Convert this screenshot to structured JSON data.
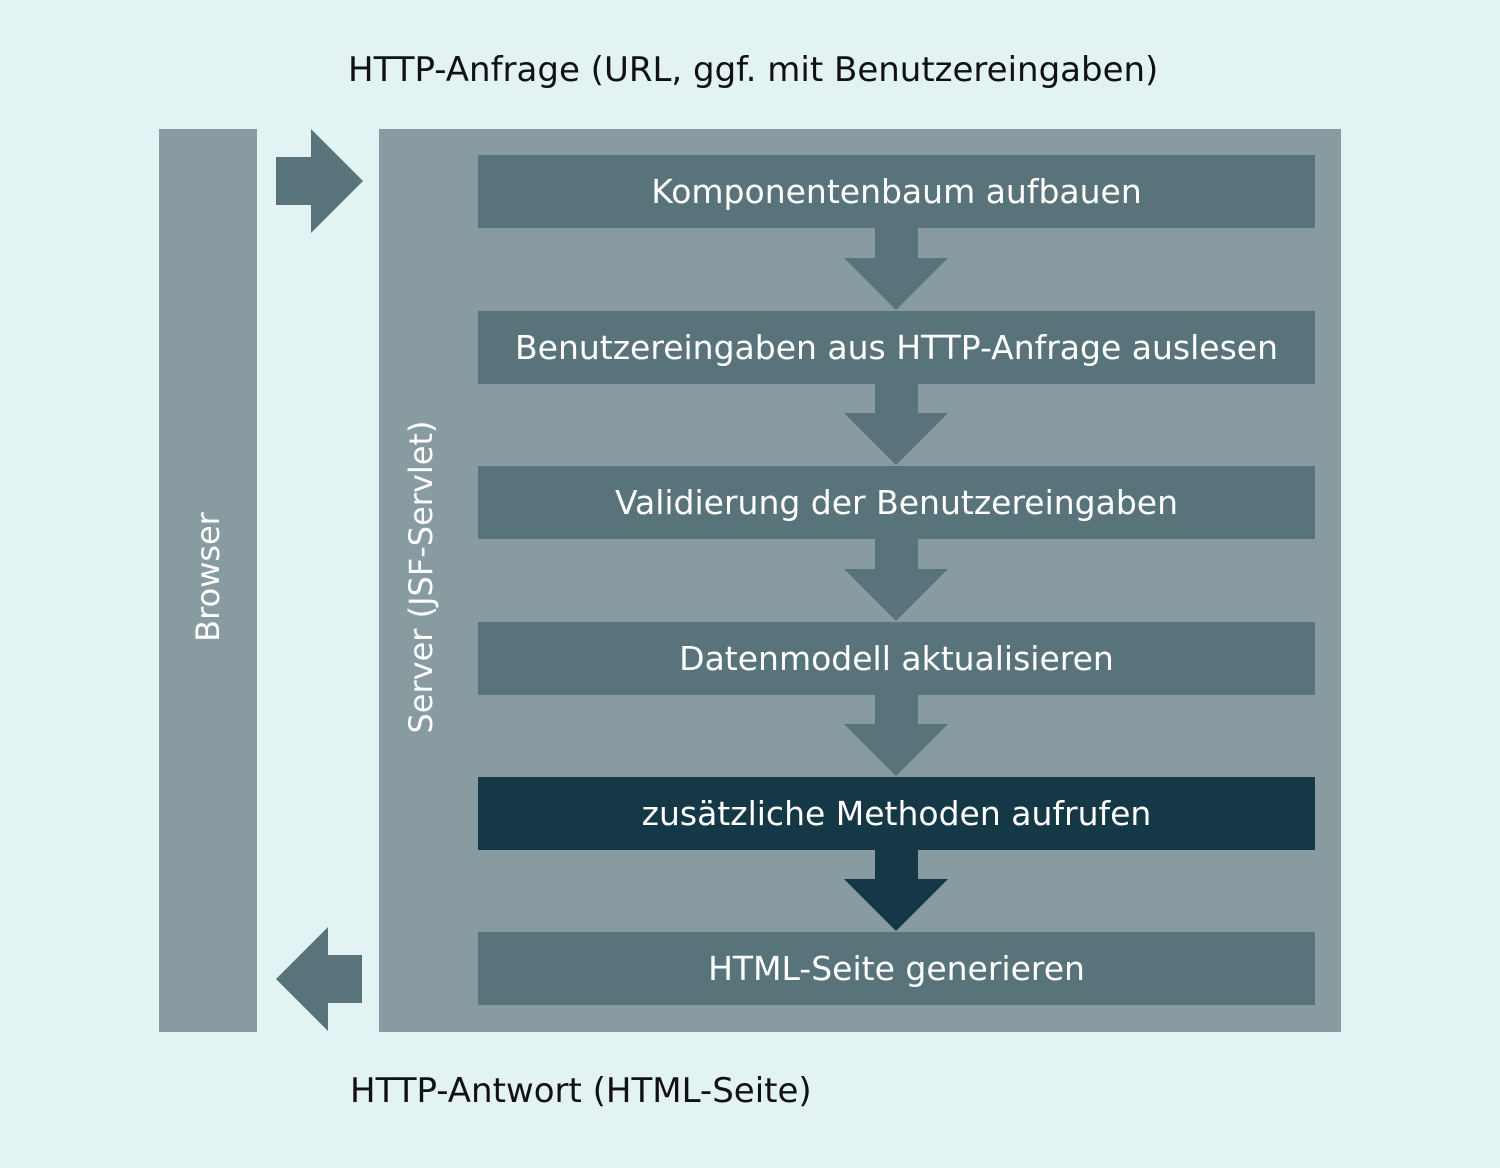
{
  "request_label": "HTTP-Anfrage (URL, ggf. mit Benutzereingaben)",
  "response_label": "HTTP-Antwort (HTML-Seite)",
  "browser_label": "Browser",
  "server_label": "Server (JSF-Servlet)",
  "steps": [
    {
      "label": "Komponentenbaum aufbauen"
    },
    {
      "label": "Benutzereingaben aus HTTP-Anfrage auslesen"
    },
    {
      "label": "Validierung der Benutzereingaben"
    },
    {
      "label": "Datenmodell aktualisieren"
    },
    {
      "label": "zusätzliche Methoden aufrufen",
      "highlight": true
    },
    {
      "label": "HTML-Seite generieren"
    }
  ],
  "colors": {
    "background": "#e3f2f2",
    "panel": "#879ba1",
    "step": "#587379",
    "highlight": "#153847",
    "text_light": "#ffffff",
    "text_dark": "#111111"
  }
}
